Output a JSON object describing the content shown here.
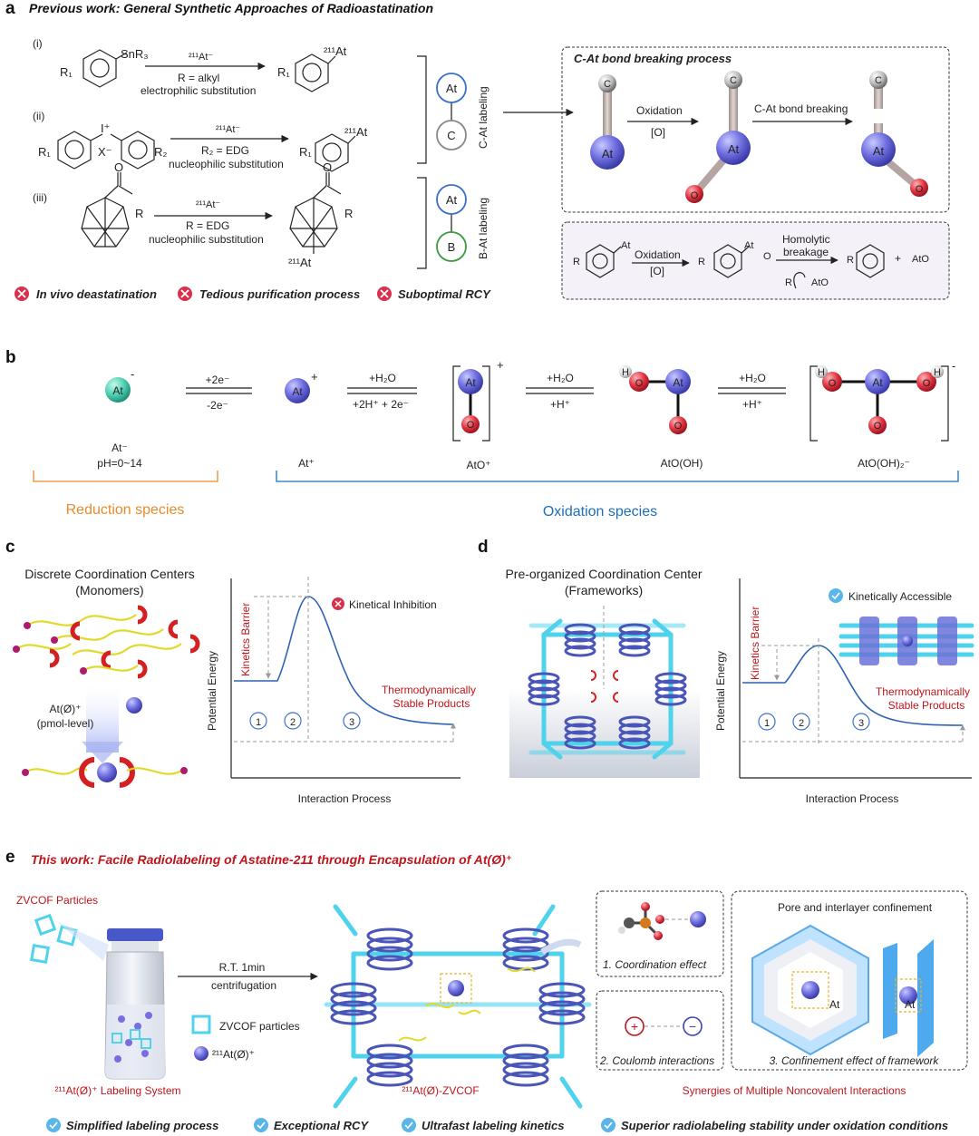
{
  "panel_a": {
    "label": "a",
    "title": "Previous work: General Synthetic Approaches of Radioastatination",
    "rxn_i": {
      "num": "(i)",
      "reactant_sub": "SnR₃",
      "reactant_r": "R₁",
      "reagent": "²¹¹At⁻",
      "cond1": "R = alkyl",
      "cond2": "electrophilic substitution",
      "product": "²¹¹At",
      "product_r": "R₁"
    },
    "rxn_ii": {
      "num": "(ii)",
      "reactant_sub": "I⁺",
      "counter": "X⁻",
      "r1": "R₁",
      "r2": "R₂",
      "reagent": "²¹¹At⁻",
      "cond1": "R₂ = EDG",
      "cond2": "nucleophilic substitution",
      "product": "²¹¹At",
      "product_r": "R₁"
    },
    "rxn_iii": {
      "num": "(iii)",
      "r": "R",
      "reagent": "²¹¹At⁻",
      "cond1": "R = EDG",
      "cond2": "nucleophilic substitution",
      "o": "O",
      "product": "²¹¹At"
    },
    "ca_node_top": "At",
    "ca_node_bottom": "C",
    "ca_label": "C-At labeling",
    "ba_node_top": "At",
    "ba_node_bottom": "B",
    "ba_label": "B-At labeling",
    "breaking_title": "C-At bond breaking process",
    "step1": "Oxidation",
    "step1b": "[O]",
    "step2": "C-At bond breaking",
    "atom_c": "C",
    "atom_at": "At",
    "atom_o": "O",
    "mech_oxidation": "Oxidation",
    "mech_o": "[O]",
    "mech_homolytic": "Homolytic",
    "mech_breakage": "breakage",
    "mech_r": "R",
    "mech_at": "At",
    "mech_ato": "AtO",
    "mech_plus": "+",
    "mech_o_atom": "O",
    "drawbacks": [
      "In vivo deastatination",
      "Tedious purification process",
      "Suboptimal RCY"
    ]
  },
  "panel_b": {
    "label": "b",
    "species": [
      {
        "atom": "At",
        "charge": "-",
        "name": "At⁻",
        "name2": "pH=0~14"
      },
      {
        "atom": "At",
        "charge": "+",
        "name": "At⁺",
        "name2": ""
      },
      {
        "atom": "At",
        "charge": "+",
        "name": "AtO⁺",
        "name2": ""
      },
      {
        "atom": "At",
        "charge": "",
        "name": "AtO(OH)",
        "name2": ""
      },
      {
        "atom": "At",
        "charge": "-",
        "name": "AtO(OH)₂⁻",
        "name2": ""
      }
    ],
    "eq1_top": "+2e⁻",
    "eq1_bottom": "-2e⁻",
    "eq2_top": "+H₂O",
    "eq2_bottom": "+2H⁺ + 2e⁻",
    "eq3_top": "+H₂O",
    "eq3_bottom": "+H⁺",
    "eq4_top": "+H₂O",
    "eq4_bottom": "+H⁺",
    "atom_o": "O",
    "atom_h": "H",
    "reduction": "Reduction species",
    "oxidation": "Oxidation species"
  },
  "panel_c": {
    "label": "c",
    "title1": "Discrete Coordination Centers",
    "title2": "(Monomers)",
    "reagent1": "At(Ø)⁺",
    "reagent2": "(pmol-level)",
    "barrier": "Kinetics Barrier",
    "status": "Kinetical Inhibition",
    "product1": "Thermodynamically",
    "product2": "Stable Products",
    "xlabel": "Interaction Process",
    "ylabel": "Potential Energy",
    "stages": [
      "1",
      "2",
      "3"
    ]
  },
  "panel_d": {
    "label": "d",
    "title1": "Pre-organized Coordination Center",
    "title2": "(Frameworks)",
    "barrier": "Kinetics Barrier",
    "status": "Kinetically Accessible",
    "product1": "Thermodynamically",
    "product2": "Stable Products",
    "xlabel": "Interaction Process",
    "ylabel": "Potential Energy",
    "stages": [
      "1",
      "2",
      "3"
    ]
  },
  "panel_e": {
    "label": "e",
    "title": "This work: Facile Radiolabeling of Astatine-211 through Encapsulation of At(Ø)⁺",
    "particles": "ZVCOF Particles",
    "cond1": "R.T. 1min",
    "cond2": "centrifugation",
    "legend1": "ZVCOF particles",
    "legend2": "²¹¹At(Ø)⁺",
    "system": "²¹¹At(Ø)⁺ Labeling System",
    "product": "²¹¹At(Ø)-ZVCOF",
    "box1": "1. Coordination effect",
    "box2": "2. Coulomb interactions",
    "box3_title": "Pore and interlayer confinement",
    "box3": "3. Confinement effect of framework",
    "box3_at": "At",
    "synergy": "Synergies of Multiple Noncovalent Interactions",
    "plus": "+",
    "minus": "−",
    "advantages": [
      "Simplified labeling process",
      "Exceptional RCY",
      "Ultrafast labeling kinetics",
      "Superior radiolabeling stability under oxidation conditions"
    ]
  },
  "colors": {
    "red": "#c0151b",
    "blue": "#1c6fb8",
    "orange": "#e98a2b",
    "at_purple": "#6f6fe0",
    "at_teal": "#4ccfb0",
    "o_red": "#e0323e",
    "rod_cyan": "#4fd3ec"
  }
}
